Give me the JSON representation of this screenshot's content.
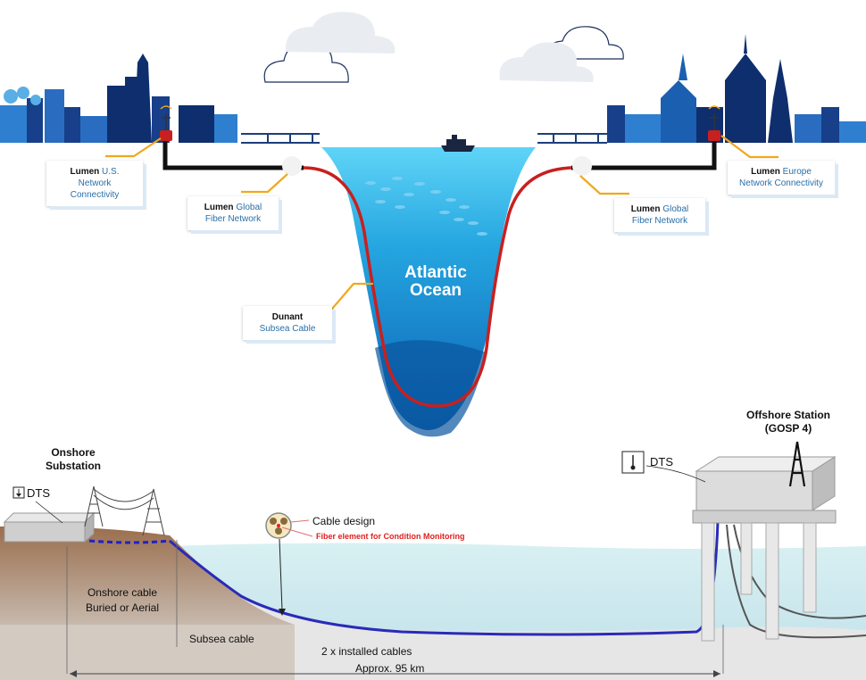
{
  "top": {
    "ocean_line1": "Atlantic",
    "ocean_line2": "Ocean",
    "us_network": {
      "brand": "Lumen",
      "line1_rest": " U.S. Network",
      "line2": "Connectivity"
    },
    "global_fiber_left": {
      "brand": "Lumen",
      "line1_rest": " Global",
      "line2": "Fiber Network"
    },
    "global_fiber_right": {
      "brand": "Lumen",
      "line1_rest": " Global",
      "line2": "Fiber Network"
    },
    "europe_network": {
      "brand": "Lumen",
      "line1_rest": " Europe",
      "line2": "Network Connectivity"
    },
    "dunant": {
      "line1": "Dunant",
      "line2": "Subsea Cable"
    }
  },
  "bottom": {
    "onshore_title_1": "Onshore",
    "onshore_title_2": "Substation",
    "dts_left": "DTS",
    "dts_right": "DTS",
    "offshore_title_1": "Offshore Station",
    "offshore_title_2": "(GOSP 4)",
    "cable_design": "Cable design",
    "fiber_element": "Fiber element for Condition Monitoring",
    "onshore_cable_1": "Onshore cable",
    "onshore_cable_2": "Buried or Aerial",
    "subsea_cable": "Subsea cable",
    "installed": "2 x installed cables",
    "approx": "Approx. 95 km"
  },
  "colors": {
    "brand_blue": "#0b2e7a",
    "ocean_light": "#3cc3ee",
    "ocean_dark": "#0a64b0",
    "cable_red": "#c8201e",
    "callout_line": "#f0a81e",
    "seabed_brown": "#a47c5c",
    "sea_light": "#cfe9ee",
    "subsea_cable_blue": "#2020c8",
    "fiber_red": "#e0201e"
  }
}
